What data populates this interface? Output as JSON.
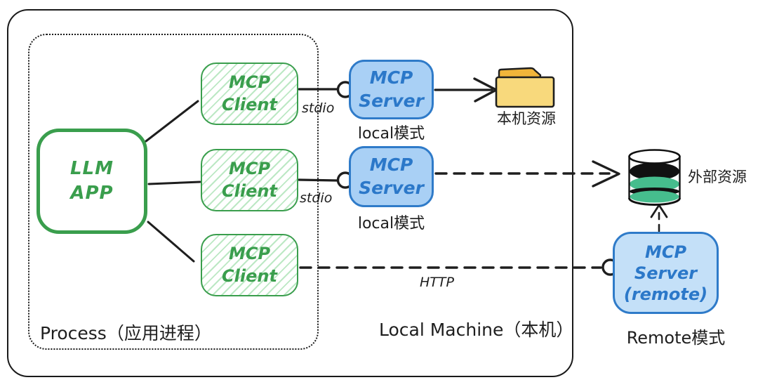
{
  "canvas": {
    "background": "#ffffff"
  },
  "colors": {
    "ink": "#1e1e1e",
    "green_stroke": "#3a9e4d",
    "green_hatch": "#bce8c4",
    "blue_stroke": "#2f7bc9",
    "blue_text": "#2b78c9",
    "blue_fill_local": "#a9d0f5",
    "blue_fill_remote": "#c4e0f8",
    "folder_tab": "#f1b53a",
    "folder_body": "#f8d97c",
    "db_green": "#46bd8d"
  },
  "boundaries": {
    "process": {
      "label": "Process（应用进程）"
    },
    "local_machine": {
      "label": "Local Machine（本机）"
    }
  },
  "llm_app": {
    "lines": [
      "LLM",
      "APP"
    ]
  },
  "clients": [
    {
      "lines": [
        "MCP",
        "Client"
      ]
    },
    {
      "lines": [
        "MCP",
        "Client"
      ]
    },
    {
      "lines": [
        "MCP",
        "Client"
      ]
    }
  ],
  "servers": [
    {
      "lines": [
        "MCP",
        "Server"
      ],
      "caption": "local模式"
    },
    {
      "lines": [
        "MCP",
        "Server"
      ],
      "caption": "local模式"
    }
  ],
  "remote_server": {
    "lines": [
      "MCP",
      "Server",
      "(remote)"
    ],
    "caption": "Remote模式"
  },
  "resources": {
    "folder": {
      "label": "本机资源",
      "icon": "folder-icon"
    },
    "database": {
      "label": "外部资源",
      "icon": "database-icon"
    }
  },
  "edges": {
    "stdio_1": "stdio",
    "stdio_2": "stdio",
    "http": "HTTP"
  }
}
